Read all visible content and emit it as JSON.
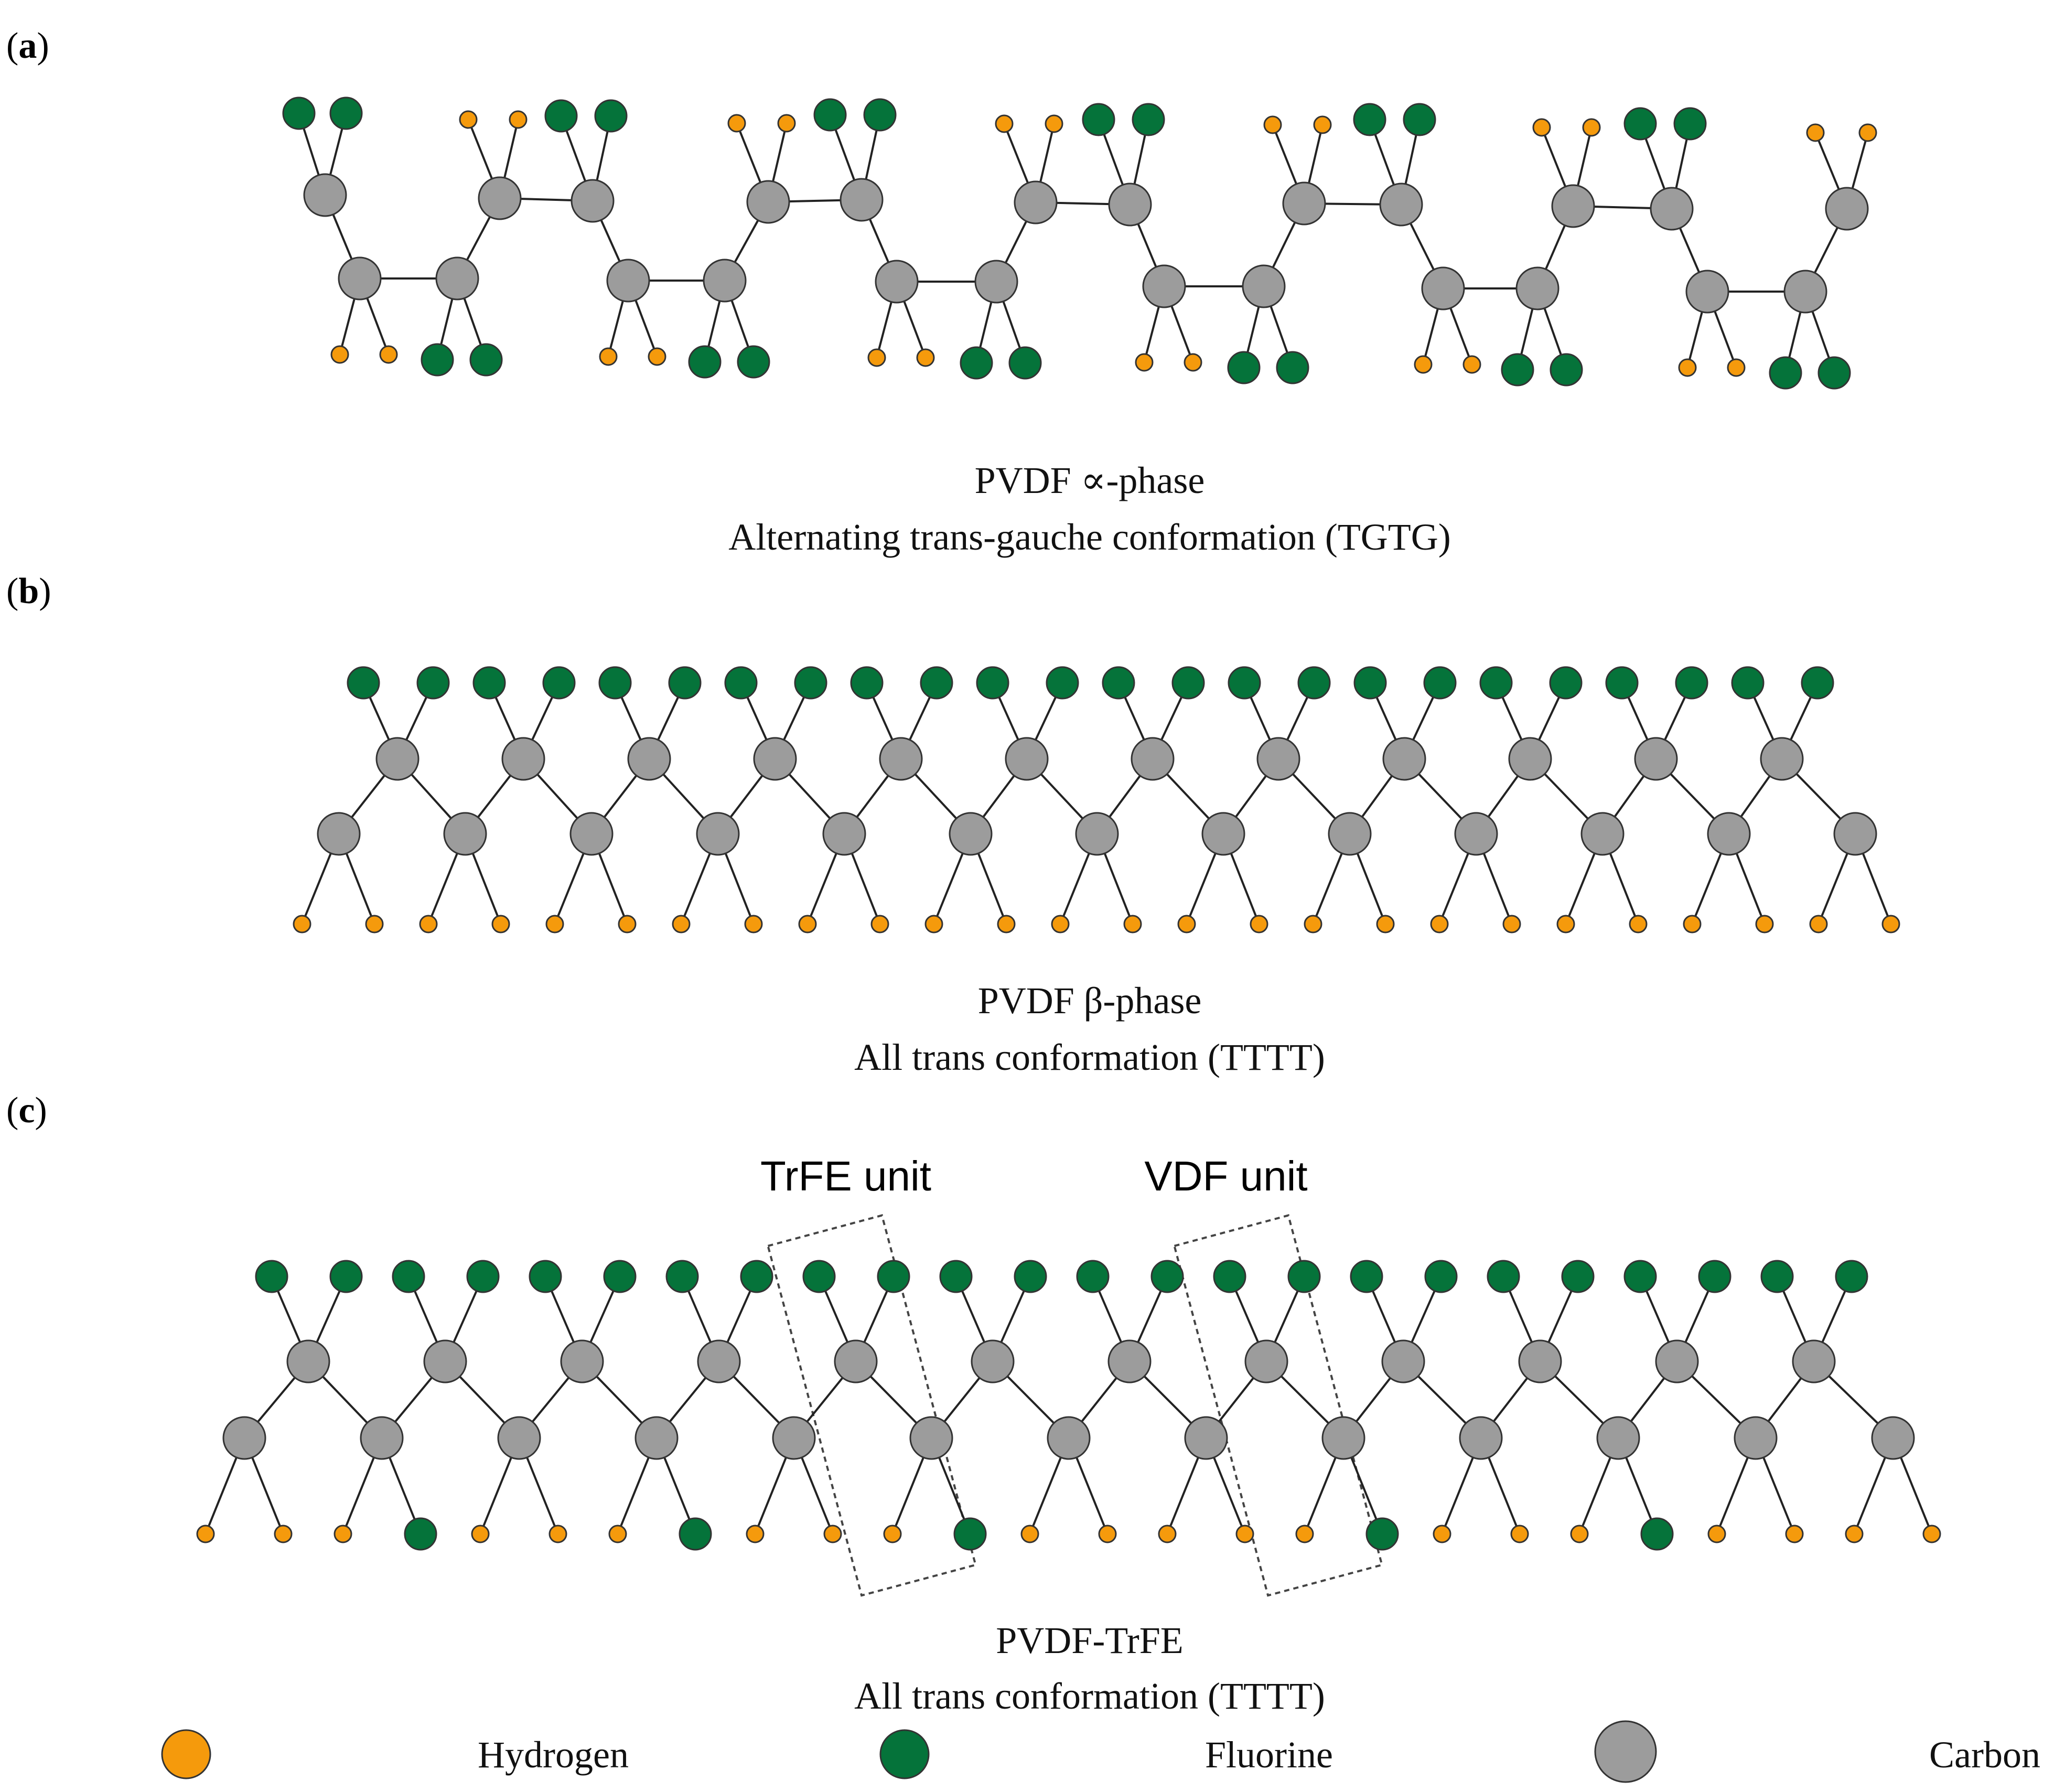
{
  "colors": {
    "hydrogen": "#f59a0c",
    "fluorine": "#05733a",
    "carbon": "#9c9c9c",
    "bond": "#222222"
  },
  "panels": [
    {
      "label_open": "(",
      "label_letter": "a",
      "label_close": ")",
      "caption_line1": "PVDF ∝-phase",
      "caption_line2": "Alternating trans-gauche conformation (TGTG)"
    },
    {
      "label_open": "(",
      "label_letter": "b",
      "label_close": ")",
      "caption_line1": "PVDF β-phase",
      "caption_line2": "All trans conformation (TTTT)"
    },
    {
      "label_open": "(",
      "label_letter": "c",
      "label_close": ")",
      "caption_line1": "PVDF-TrFE",
      "caption_line2": "All trans conformation (TTTT)",
      "unit_labels": [
        "TrFE unit",
        "VDF unit"
      ]
    }
  ],
  "legend": [
    {
      "atom": "hydrogen",
      "label": "Hydrogen"
    },
    {
      "atom": "fluorine",
      "label": "Fluorine"
    },
    {
      "atom": "carbon",
      "label": "Carbon"
    }
  ]
}
